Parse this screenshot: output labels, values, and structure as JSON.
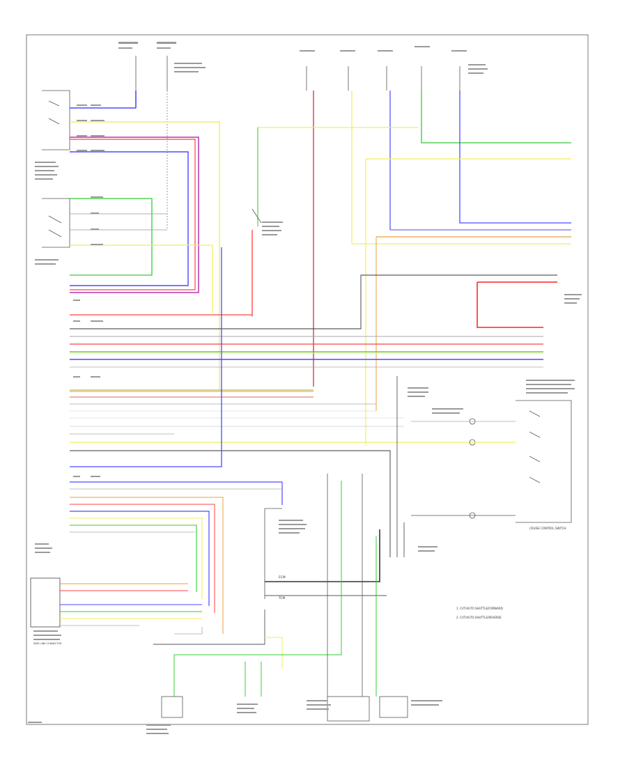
{
  "diagram": {
    "legend": {
      "items": [
        "1. CVT/AUTO SHUTTLE/FORWARD",
        "2. CVT/AUTO SHUTTLE/REVERSE"
      ]
    },
    "components": {
      "cruise_control_switch": "CRUISE CONTROL SWITCH",
      "ecm": "ECM",
      "tcm": "TCM",
      "data_link_connector": "DATA LINK CONNECTOR"
    },
    "wire_colors": {
      "blue": "#4a4aff",
      "red": "#ff4040",
      "purple": "#c050c0",
      "green": "#33cc33",
      "yellow": "#f0ee60",
      "orange": "#e8a040",
      "dark_red": "#cc3333",
      "dark": "#333333",
      "gray": "#999999"
    }
  }
}
